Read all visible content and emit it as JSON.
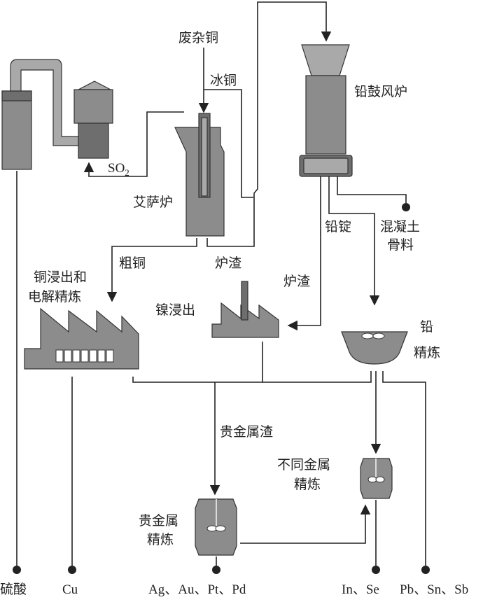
{
  "labels": {
    "scrap_copper": "废杂铜",
    "matte": "冰铜",
    "lead_blast_furnace": "铅鼓风炉",
    "so2_base": "SO",
    "so2_sub": "2",
    "isasmelt": "艾萨炉",
    "crude_copper": "粗铜",
    "slag_isa": "炉渣",
    "lead_bullion": "铅锭",
    "concrete_line1": "混凝土",
    "concrete_line2": "骨料",
    "copper_leach_line1": "铜浸出和",
    "copper_leach_line2": "电解精炼",
    "slag_lead": "炉渣",
    "nickel_leach": "镍浸出",
    "lead_refining_line1": "铅",
    "lead_refining_line2": "精炼",
    "precious_slag": "贵金属渣",
    "diff_metal_line1": "不同金属",
    "diff_metal_line2": "精炼",
    "precious_refine_line1": "贵金属",
    "precious_refine_line2": "精炼"
  },
  "outputs": {
    "sulfuric_acid": "硫酸",
    "cu": "Cu",
    "precious": "Ag、Au、Pt、Pd",
    "in_se": "In、Se",
    "pb_sn_sb": "Pb、Sn、Sb"
  }
}
